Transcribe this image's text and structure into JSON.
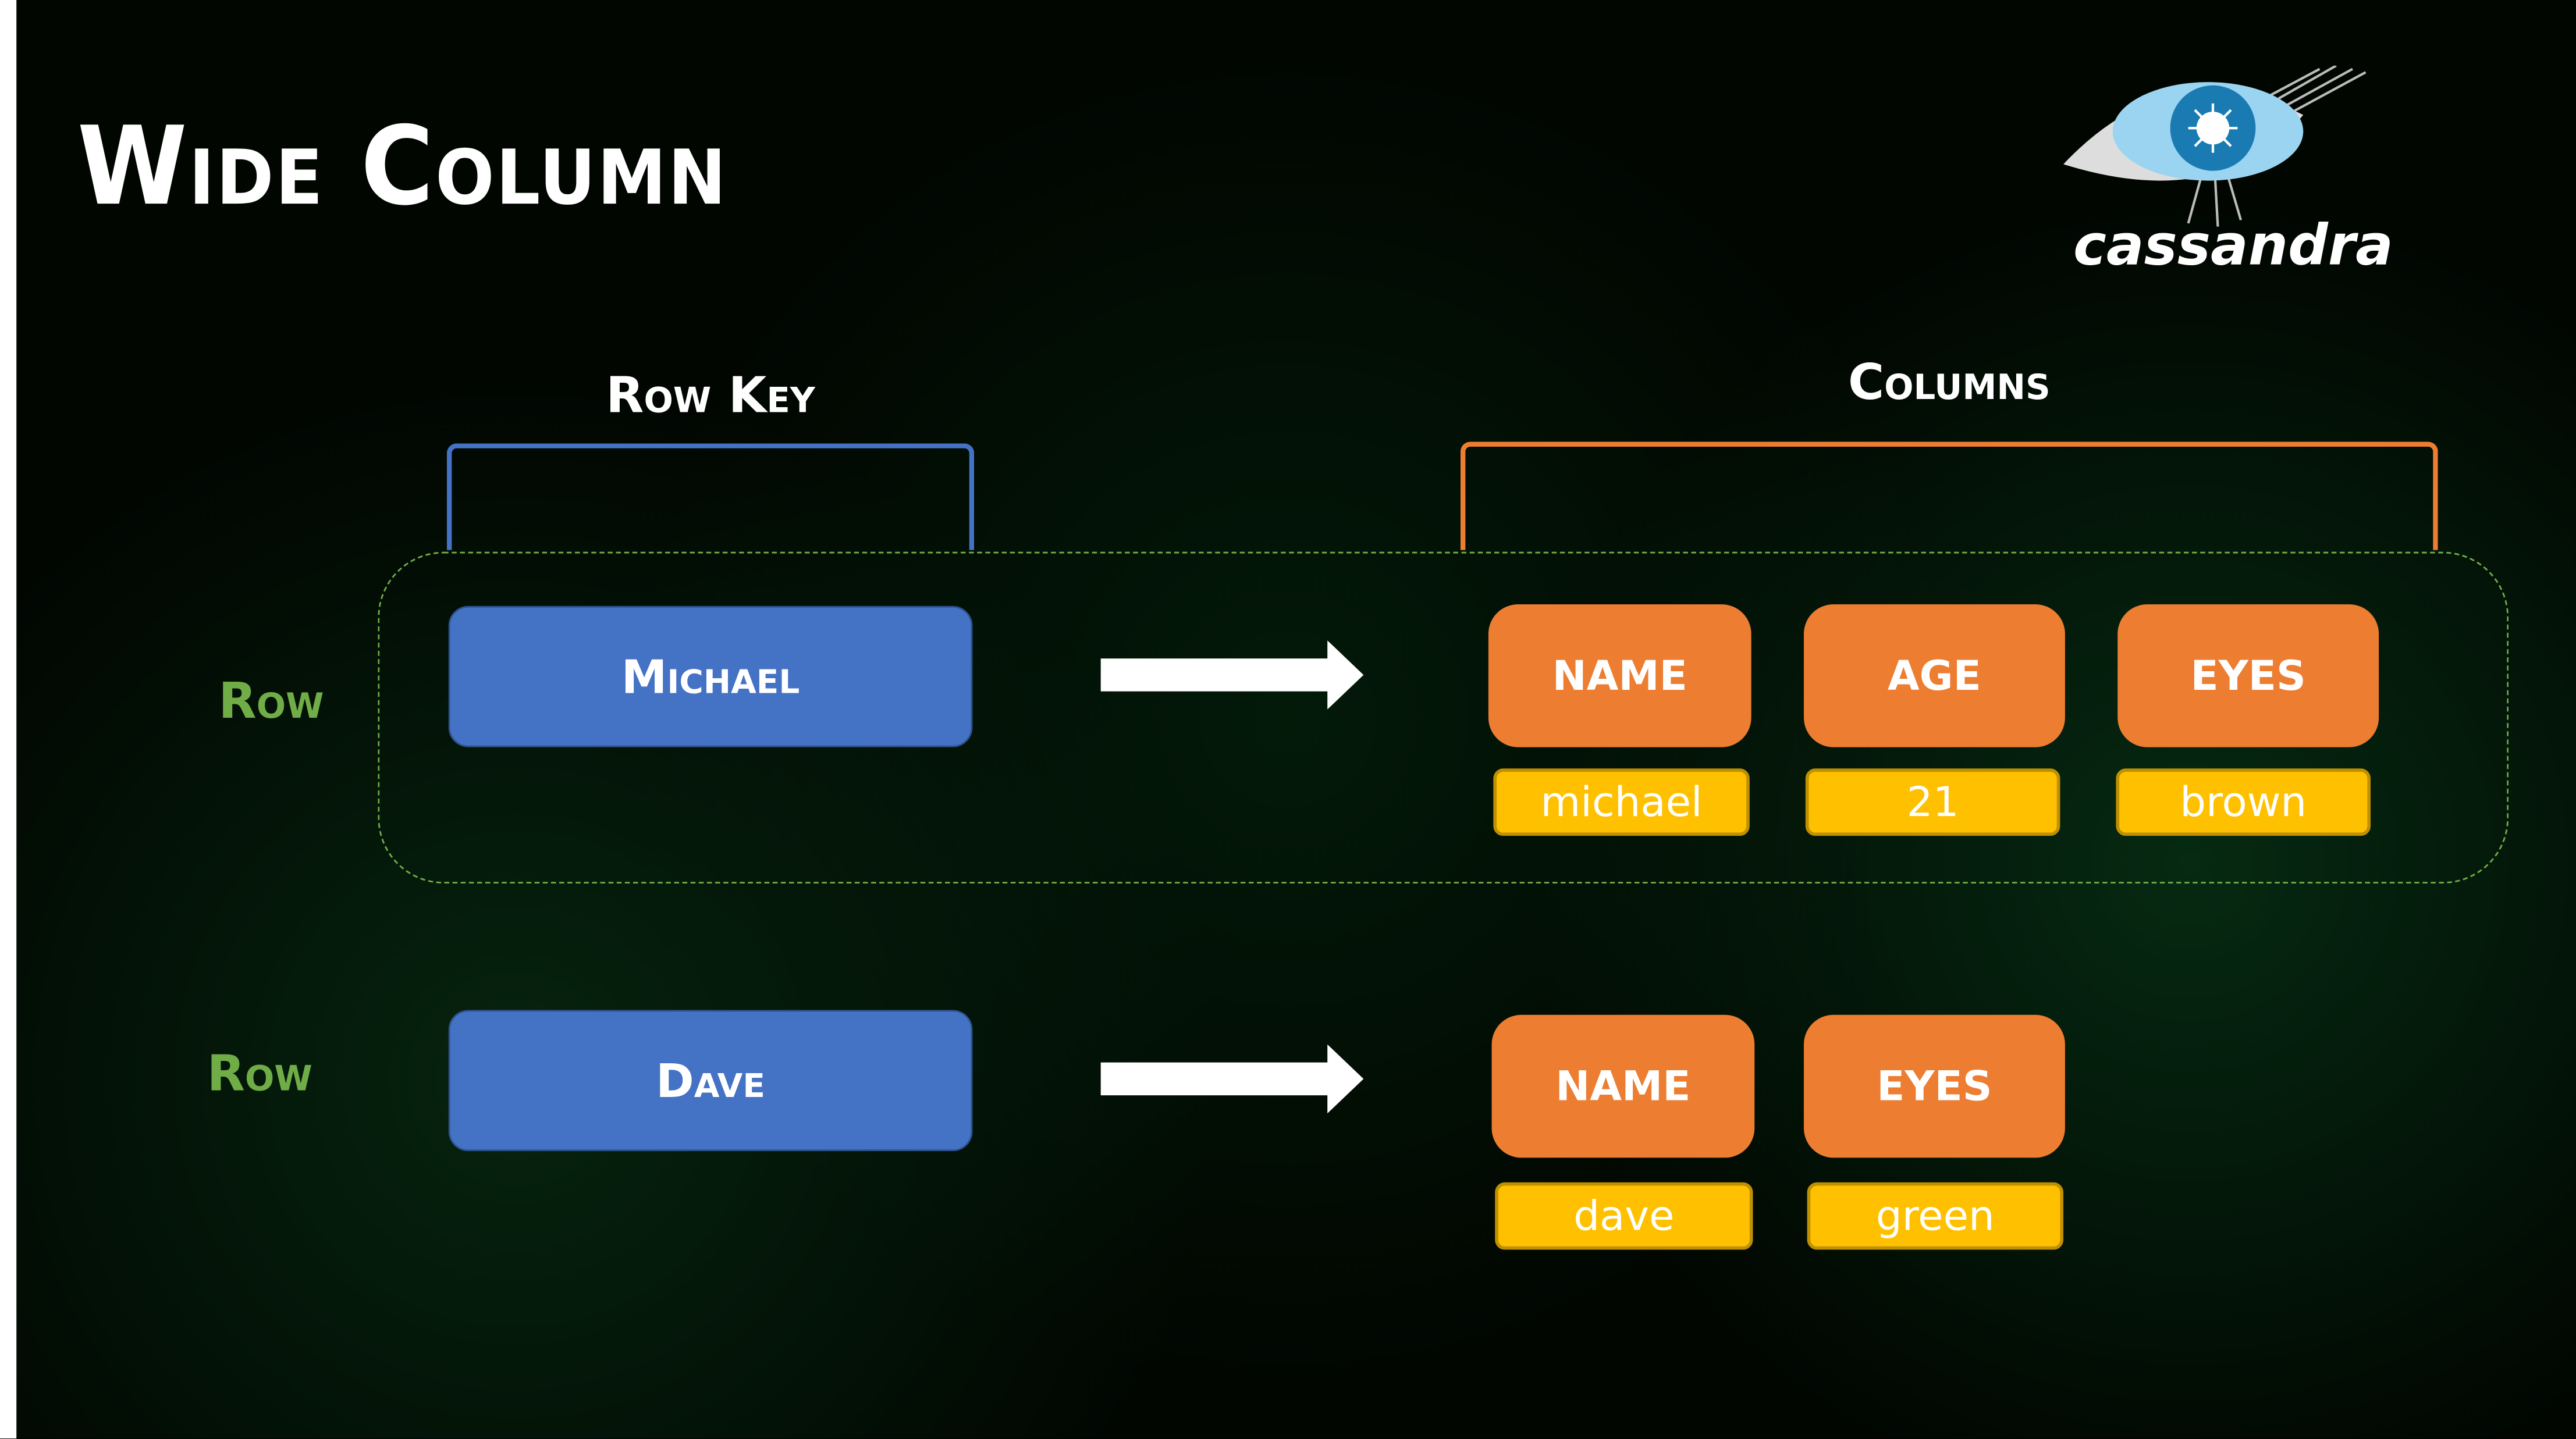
{
  "title": "Wide Column",
  "logo": {
    "text": "cassandra"
  },
  "headers": {
    "row_key": "Row Key",
    "columns": "Columns"
  },
  "rows": [
    {
      "label": "Row",
      "key": "Michael",
      "columns": [
        {
          "name": "NAME",
          "value": "michael"
        },
        {
          "name": "AGE",
          "value": "21"
        },
        {
          "name": "EYES",
          "value": "brown"
        }
      ]
    },
    {
      "label": "Row",
      "key": "Dave",
      "columns": [
        {
          "name": "NAME",
          "value": "dave"
        },
        {
          "name": "EYES",
          "value": "green"
        }
      ]
    }
  ],
  "colors": {
    "key": "#4472c4",
    "column": "#ed7d31",
    "value": "#ffc000",
    "row_label": "#70ad47"
  }
}
